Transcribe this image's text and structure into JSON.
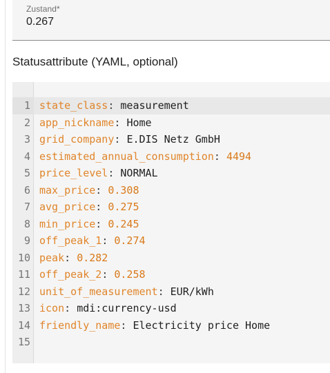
{
  "state": {
    "label": "Zustand*",
    "value": "0.267"
  },
  "attributes": {
    "title": "Statusattribute (YAML, optional)",
    "lines": [
      {
        "num": "1",
        "key": "state_class",
        "value": "measurement",
        "kind": "text"
      },
      {
        "num": "2",
        "key": "app_nickname",
        "value": "Home",
        "kind": "text"
      },
      {
        "num": "3",
        "key": "grid_company",
        "value": "E.DIS Netz GmbH",
        "kind": "text"
      },
      {
        "num": "4",
        "key": "estimated_annual_consumption",
        "value": "4494",
        "kind": "num"
      },
      {
        "num": "5",
        "key": "price_level",
        "value": "NORMAL",
        "kind": "text"
      },
      {
        "num": "6",
        "key": "max_price",
        "value": "0.308",
        "kind": "num"
      },
      {
        "num": "7",
        "key": "avg_price",
        "value": "0.275",
        "kind": "num"
      },
      {
        "num": "8",
        "key": "min_price",
        "value": "0.245",
        "kind": "num"
      },
      {
        "num": "9",
        "key": "off_peak_1",
        "value": "0.274",
        "kind": "num"
      },
      {
        "num": "10",
        "key": "peak",
        "value": "0.282",
        "kind": "num"
      },
      {
        "num": "11",
        "key": "off_peak_2",
        "value": "0.258",
        "kind": "num"
      },
      {
        "num": "12",
        "key": "unit_of_measurement",
        "value": "EUR/kWh",
        "kind": "text"
      },
      {
        "num": "13",
        "key": "icon",
        "value": "mdi:currency-usd",
        "kind": "text"
      },
      {
        "num": "14",
        "key": "friendly_name",
        "value": "Electricity price Home",
        "kind": "text"
      },
      {
        "num": "15",
        "key": "",
        "value": "",
        "kind": "text"
      }
    ]
  }
}
